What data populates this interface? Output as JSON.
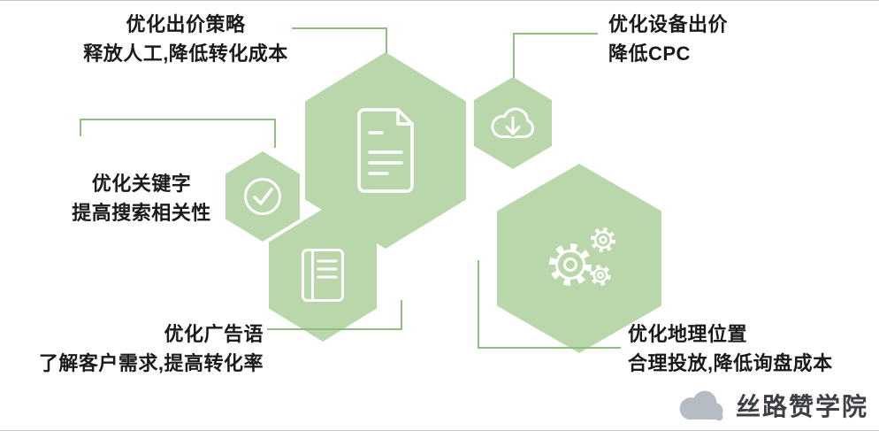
{
  "diagram": {
    "title_implicit": "",
    "colors": {
      "hexagon": "#b9d7aa",
      "connector": "#8fbe7f",
      "icon": "#ffffff",
      "text": "#1a1a1a",
      "watermark": "#3c3f44"
    },
    "nodes": {
      "bid_strategy": {
        "title": "优化出价策略",
        "desc": "释放人工,降低转化成本",
        "icon": "document-icon"
      },
      "device_bid": {
        "title": "优化设备出价",
        "desc": "降低CPC",
        "icon": "cloud-download-icon"
      },
      "keywords": {
        "title": "优化关键字",
        "desc": "提高搜索相关性",
        "icon": "check-circle-icon"
      },
      "ad_copy": {
        "title": "优化广告语",
        "desc": "了解客户需求,提高转化率",
        "icon": "book-icon"
      },
      "geo": {
        "title": "优化地理位置",
        "desc": "合理投放,降低询盘成本",
        "icon": "gears-icon"
      }
    },
    "watermark": {
      "text": "丝路赞学院"
    }
  }
}
